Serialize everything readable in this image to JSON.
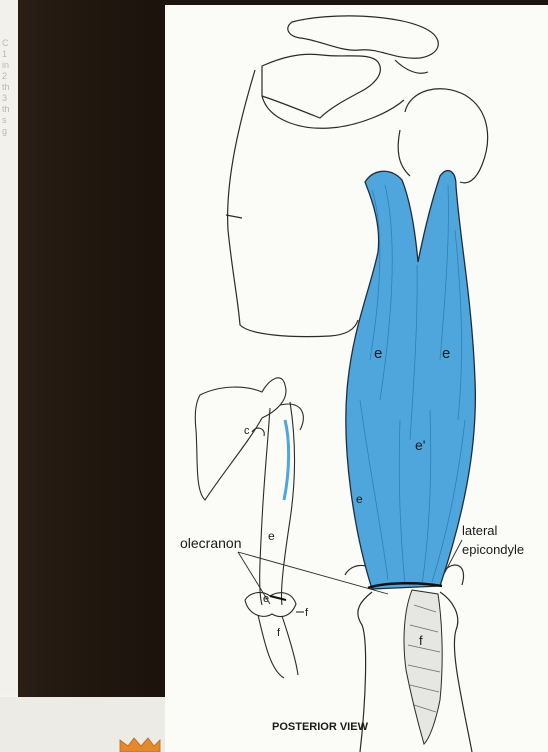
{
  "left_fragments": [
    "C",
    "1",
    "in",
    "2",
    "th",
    "3",
    "th",
    "s",
    "g"
  ],
  "labels": {
    "long_head": "e",
    "lateral_head": "e",
    "medial_head": "e'",
    "small_e": "e",
    "tendon": "f",
    "olecranon": "olecranon",
    "lateral_line1": "lateral",
    "lateral_line2": "epicondyle",
    "caption": "POSTERIOR VIEW"
  },
  "inset_labels": {
    "c": "c",
    "e_upper": "e",
    "e_lower": "e",
    "f_right": "f",
    "f_lower": "f"
  },
  "colors": {
    "muscle": "#4fa6dc",
    "muscle_dark": "#2f7fb6",
    "line": "#2a2a2a",
    "dark_panel": "#22180f",
    "crown": "#e38a2e"
  }
}
